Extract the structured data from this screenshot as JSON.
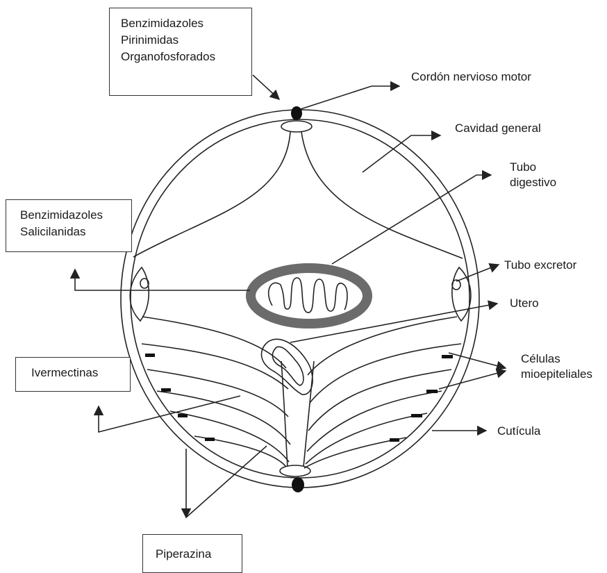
{
  "drug_boxes": {
    "top": {
      "lines": [
        "Benzimidazoles",
        "Pirinimidas",
        "Organofosforados"
      ]
    },
    "left": {
      "lines": [
        "Benzimidazoles",
        "Salicilanidas"
      ]
    },
    "ivermectin": {
      "lines": [
        "Ivermectinas"
      ]
    },
    "bottom": {
      "lines": [
        "Piperazina"
      ]
    }
  },
  "structure_labels": {
    "nerve_cord": "Cordón nervioso motor",
    "body_cavity": "Cavidad general",
    "digestive_tube": {
      "lines": [
        "Tubo",
        "digestivo"
      ]
    },
    "excretory_tube": "Tubo excretor",
    "uterus": "Utero",
    "muscle_cells": {
      "lines": [
        "Células",
        "mioepiteliales"
      ]
    },
    "cuticle": "Cutícula"
  },
  "colors": {
    "line": "#222222",
    "intestine_wall": "#6b6b6b",
    "fill": "#ffffff"
  }
}
